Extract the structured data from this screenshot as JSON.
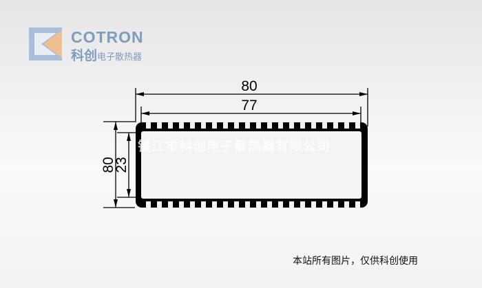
{
  "logo": {
    "brand": "COTRON",
    "cn_bold": "科创",
    "cn_sub": "电子散热器"
  },
  "drawing": {
    "outer_width": "80",
    "inner_width": "77",
    "height": "80",
    "inner_height": "23",
    "fin_count": 20
  },
  "watermark": "镇江市科创电子散热器有限公司",
  "footer": "本站所有图片，仅供科创使用"
}
